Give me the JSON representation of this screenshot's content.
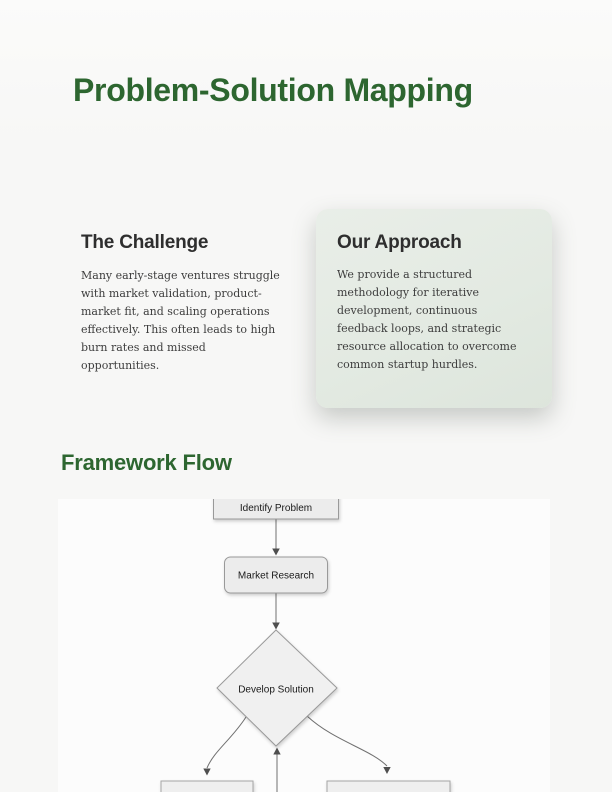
{
  "page": {
    "title": "Problem-Solution Mapping"
  },
  "columns": {
    "challenge": {
      "heading": "The Challenge",
      "body": "Many early-stage ventures struggle with market validation, product-market fit, and scaling operations effectively. This often leads to high burn rates and missed opportunities."
    },
    "approach": {
      "heading": "Our Approach",
      "body": "We provide a structured methodology for iterative development, continuous feedback loops, and strategic resource allocation to overcome common startup hurdles."
    }
  },
  "framework": {
    "heading": "Framework Flow"
  },
  "flowchart": {
    "nodes": [
      {
        "id": "identify-problem",
        "label": "Identify Problem",
        "shape": "rect",
        "note": "partially cut off at top of figure"
      },
      {
        "id": "market-research",
        "label": "Market Research",
        "shape": "rounded-rect"
      },
      {
        "id": "develop-solution",
        "label": "Develop Solution",
        "shape": "diamond"
      },
      {
        "id": "bottom-left-node",
        "shape": "rect",
        "note": "cut off at page bottom, label not visible"
      },
      {
        "id": "bottom-right-node",
        "shape": "rect",
        "note": "cut off at page bottom, label not visible"
      }
    ],
    "edges": [
      {
        "from": "identify-problem",
        "to": "market-research",
        "style": "straight-arrow"
      },
      {
        "from": "market-research",
        "to": "develop-solution",
        "style": "straight-arrow"
      },
      {
        "from": "develop-solution",
        "to": "bottom-left-node",
        "style": "curved-arrow"
      },
      {
        "from": "develop-solution",
        "to": "bottom-right-node",
        "style": "curved-arrow"
      },
      {
        "from": "below-page-cut",
        "to": "develop-solution",
        "style": "straight-arrow-up"
      }
    ]
  },
  "colors": {
    "accent_green": "#2d6630",
    "heading_dark": "#2e2e2e",
    "body_text": "#3d3d3d",
    "card_gradient_start": "#e9eee8",
    "card_gradient_end": "#dde5dc",
    "page_background": "#f7f7f6",
    "figure_background": "#fcfcfc",
    "node_fill": "#ececec",
    "node_border": "#999999",
    "edge_stroke": "#707070"
  }
}
